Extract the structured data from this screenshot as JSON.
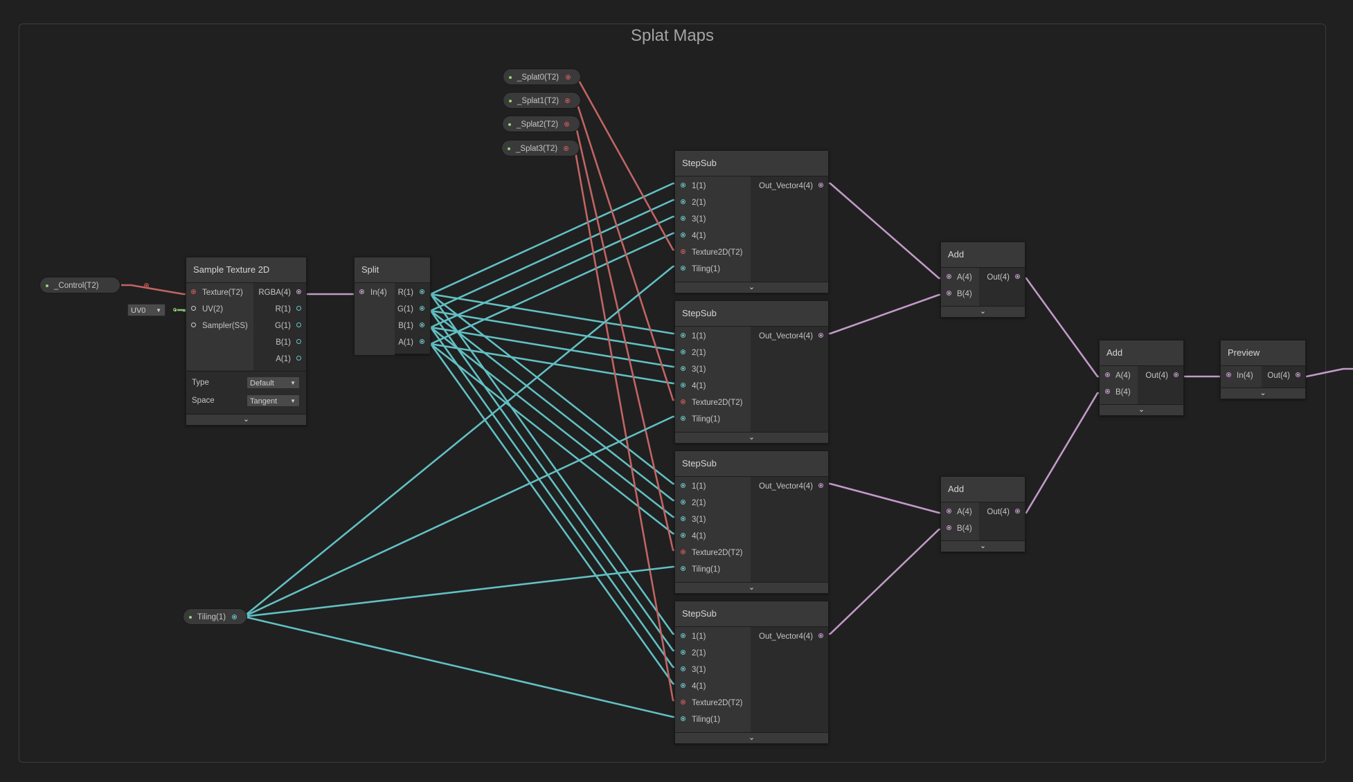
{
  "group": {
    "title": "Splat Maps"
  },
  "properties": {
    "control": "_Control(T2)",
    "splat0": "_Splat0(T2)",
    "splat1": "_Splat1(T2)",
    "splat2": "_Splat2(T2)",
    "splat3": "_Splat3(T2)",
    "tiling": "Tiling(1)"
  },
  "uv_dropdown": {
    "value": "UV0"
  },
  "sample_texture": {
    "title": "Sample Texture 2D",
    "inputs": [
      "Texture(T2)",
      "UV(2)",
      "Sampler(SS)"
    ],
    "outputs": [
      "RGBA(4)",
      "R(1)",
      "G(1)",
      "B(1)",
      "A(1)"
    ],
    "type_label": "Type",
    "type_value": "Default",
    "space_label": "Space",
    "space_value": "Tangent"
  },
  "split": {
    "title": "Split",
    "input": "In(4)",
    "outputs": [
      "R(1)",
      "G(1)",
      "B(1)",
      "A(1)"
    ]
  },
  "stepsub": {
    "title": "StepSub",
    "inputs": [
      "1(1)",
      "2(1)",
      "3(1)",
      "4(1)",
      "Texture2D(T2)",
      "Tiling(1)"
    ],
    "output": "Out_Vector4(4)"
  },
  "add": {
    "title": "Add",
    "inputs": [
      "A(4)",
      "B(4)"
    ],
    "output": "Out(4)"
  },
  "preview": {
    "title": "Preview",
    "input": "In(4)",
    "output": "Out(4)"
  },
  "footer_glyph": "⌄",
  "colors": {
    "background": "#202020",
    "texture_wire": "#c26464",
    "float_wire": "#62c0c4",
    "vector4_wire": "#c29ac8",
    "vector2_wire": "#8cc874"
  }
}
